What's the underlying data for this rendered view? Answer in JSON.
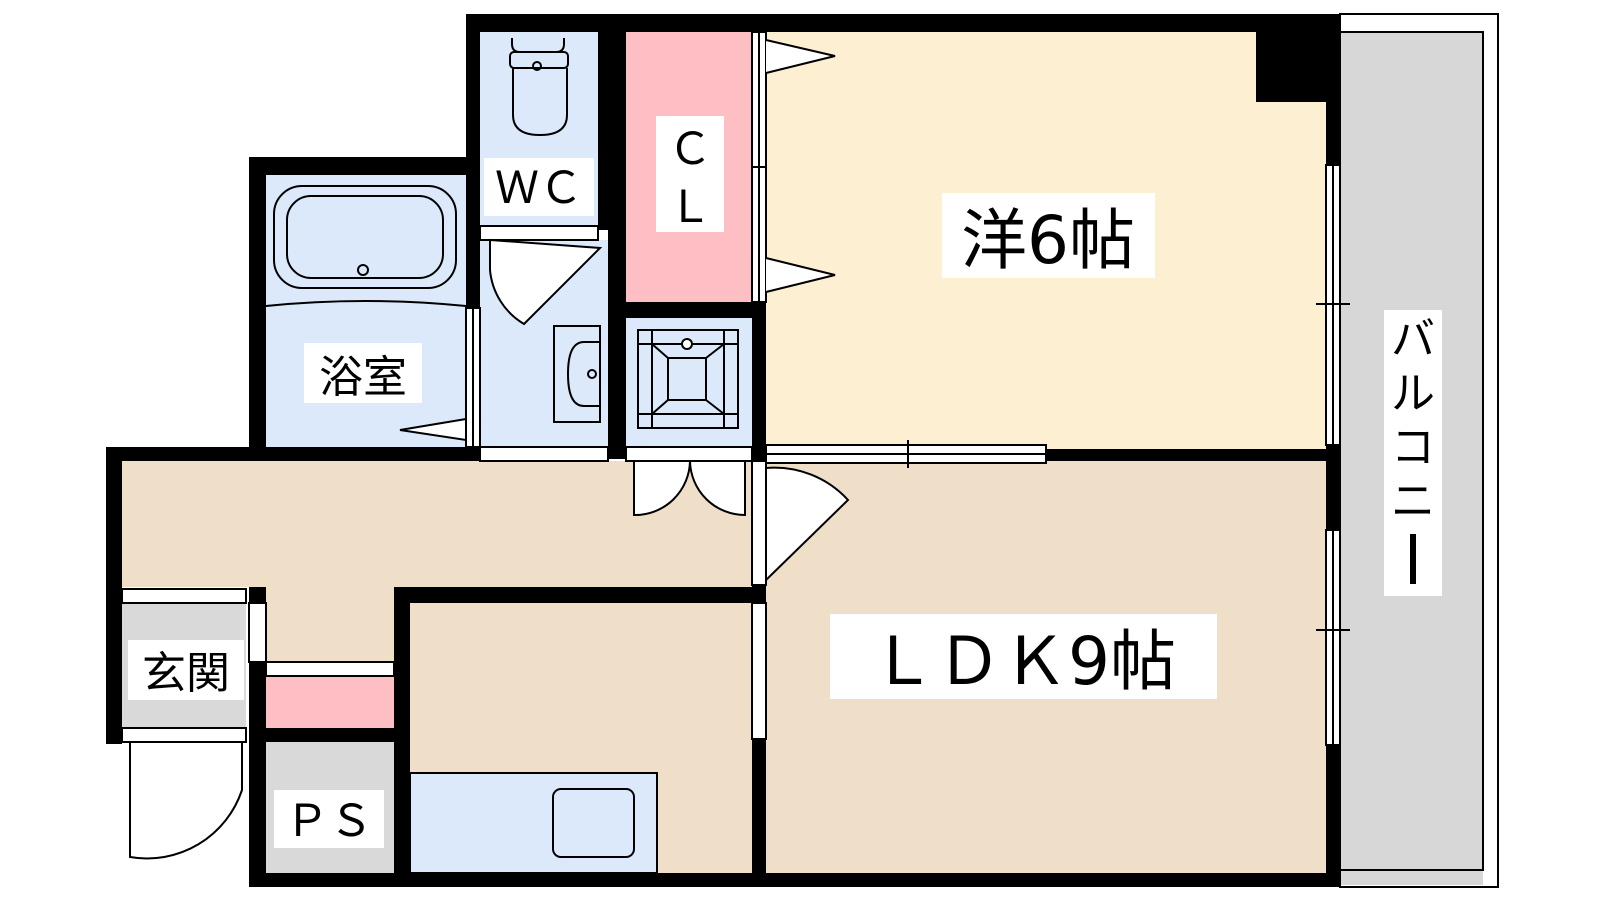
{
  "rooms": {
    "western": {
      "name": "洋6帖"
    },
    "ldk": {
      "name": "ＬＤＫ9帖"
    },
    "bath": {
      "name": "浴室"
    },
    "wc": {
      "name": "ＷＣ"
    },
    "closet": {
      "line1": "Ｃ",
      "line2": "Ｌ"
    },
    "entrance": {
      "name": "玄関"
    },
    "ps": {
      "name": "ＰＳ"
    },
    "balcony": {
      "chars": [
        "バ",
        "ル",
        "コ",
        "ニ",
        "ー"
      ]
    }
  },
  "colors": {
    "western_fill": "#fdf0d2",
    "ldk_fill": "#efdfc8",
    "wet_area_fill": "#dbe9fb",
    "closet_fill": "#fdbfc3",
    "entrance_fill": "#d9d9d9",
    "balcony_fill": "#d7d7d7",
    "wall": "#000000"
  },
  "fixtures": [
    "bathtub",
    "toilet",
    "washbasin",
    "washing-machine-pan",
    "kitchen-counter",
    "kitchen-sink"
  ]
}
